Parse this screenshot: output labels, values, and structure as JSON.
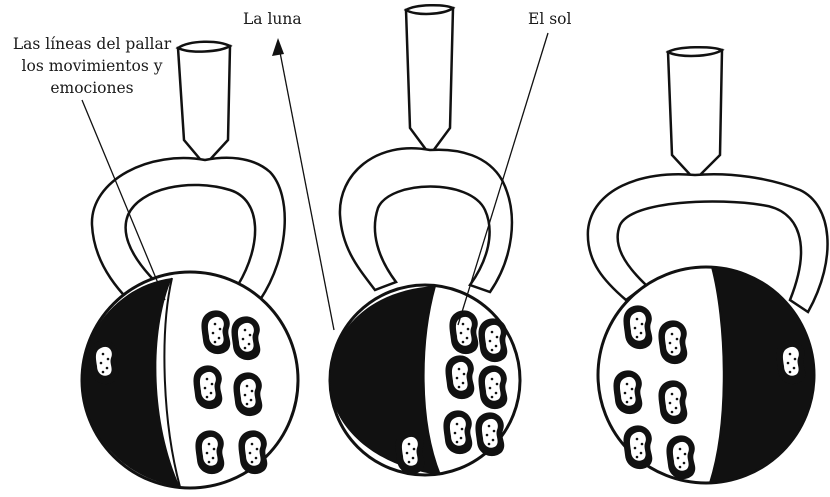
{
  "labels": {
    "pallar": [
      "Las líneas del pallar",
      "los movimientos y",
      "emociones"
    ],
    "luna": "La luna",
    "sol": "El sol"
  },
  "colors": {
    "ink": "#111111",
    "paper": "#ffffff"
  },
  "vessels": [
    {
      "name": "stirrup-vessel-left",
      "dark_side": "left"
    },
    {
      "name": "stirrup-vessel-center",
      "dark_side": "left"
    },
    {
      "name": "stirrup-vessel-right",
      "dark_side": "right"
    }
  ]
}
